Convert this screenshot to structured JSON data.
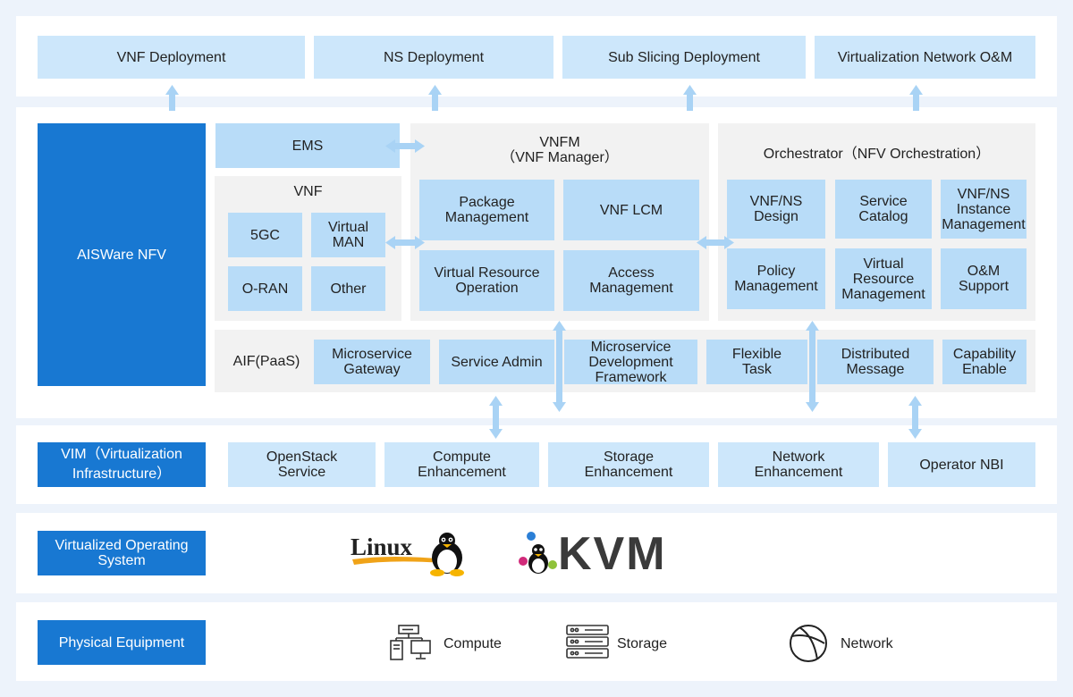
{
  "top": {
    "vnf_deployment": "VNF Deployment",
    "ns_deployment": "NS Deployment",
    "sub_slicing": "Sub Slicing Deployment",
    "virt_network_om": "Virtualization Network O&M"
  },
  "nfv": {
    "aisware": "AISWare NFV",
    "ems": "EMS",
    "vnf": {
      "title": "VNF",
      "c_5gc": "5GC",
      "virtual_man": "Virtual\nMAN",
      "oran": "O-RAN",
      "other": "Other"
    },
    "vnfm": {
      "title": "VNFM\n（VNF Manager）",
      "package_mgmt": "Package\nManagement",
      "vnf_lcm": "VNF LCM",
      "vr_operation": "Virtual Resource\nOperation",
      "access_mgmt": "Access\nManagement"
    },
    "orch": {
      "title": "Orchestrator（NFV Orchestration）",
      "vnfns_design": "VNF/NS\nDesign",
      "service_catalog": "Service\nCatalog",
      "instance_mgmt": "VNF/NS\nInstance\nManagement",
      "policy_mgmt": "Policy\nManagement",
      "vr_mgmt": "Virtual\nResource\nManagement",
      "om_support": "O&M\nSupport"
    },
    "aif": {
      "title": "AIF(PaaS)",
      "ms_gateway": "Microservice\nGateway",
      "service_admin": "Service Admin",
      "ms_framework": "Microservice\nDevelopment\nFramework",
      "flexible_task": "Flexible\nTask",
      "dist_message": "Distributed\nMessage",
      "capability": "Capability\nEnable"
    }
  },
  "vim": {
    "label": "VIM（Virtualization\nInfrastructure）",
    "openstack": "OpenStack\nService",
    "compute": "Compute\nEnhancement",
    "storage": "Storage\nEnhancement",
    "network": "Network\nEnhancement",
    "operator_nbi": "Operator NBI"
  },
  "os": {
    "label": "Virtualized Operating\nSystem",
    "linux_logo": "Linux",
    "kvm_logo": "KVM"
  },
  "physical": {
    "label": "Physical Equipment",
    "compute": "Compute",
    "storage": "Storage",
    "network": "Network",
    "compute_icon": "server-computer-icon",
    "storage_icon": "storage-rack-icon",
    "network_icon": "globe-icon"
  },
  "colors": {
    "dark_blue": "#1878d2",
    "light_blue": "#cde7fb",
    "arrow": "#a9d3f5",
    "grey_panel": "#f2f2f2"
  }
}
